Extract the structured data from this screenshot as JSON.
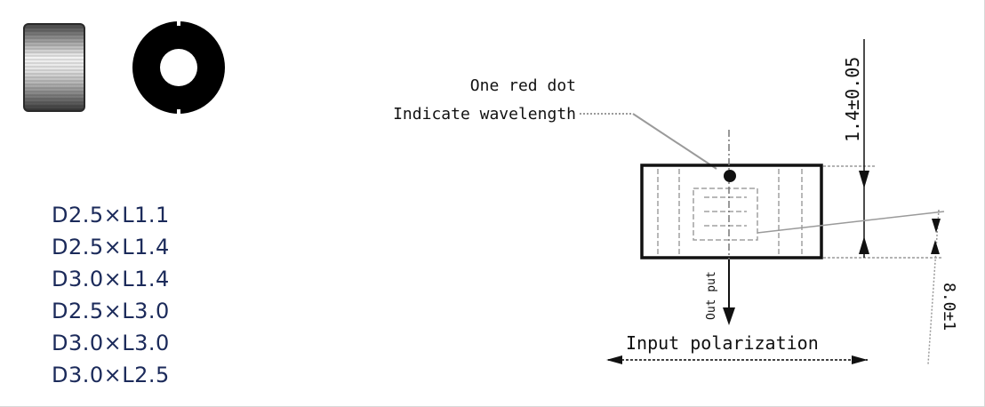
{
  "size_options": [
    "D2.5×L1.1",
    "D2.5×L1.4",
    "D3.0×L1.4",
    "D2.5×L3.0",
    "D3.0×L3.0",
    "D3.0×L2.5"
  ],
  "labels": {
    "red_dot": "One red dot",
    "wavelength": "Indicate wavelength",
    "output": "Out put",
    "input_polarization": "Input polarization",
    "length_dimension": "1.4±0.05",
    "angle_dimension": "8.0±1"
  },
  "colors": {
    "ink": "#111111",
    "size_text": "#1b2a5a",
    "leader": "#9a9a9a",
    "hidden_line": "#a0a0a0"
  }
}
